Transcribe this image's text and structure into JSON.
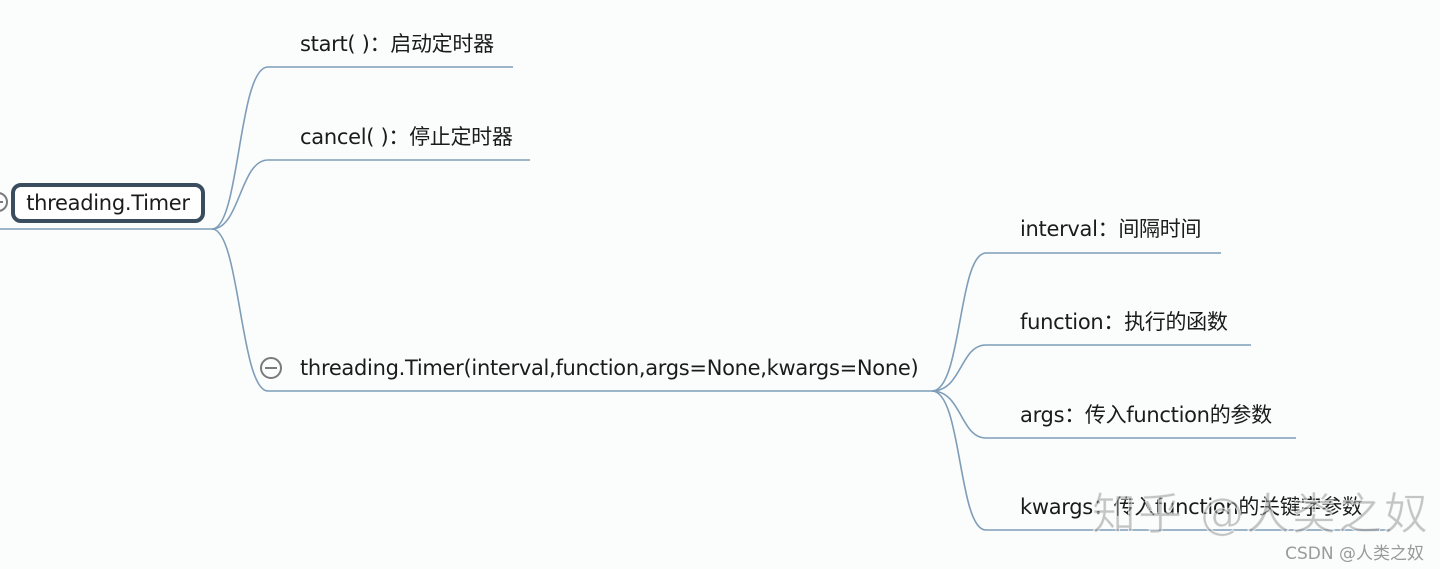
{
  "mindmap": {
    "root": {
      "label": "threading.Timer"
    },
    "branches": [
      {
        "label": "start( )：启动定时器"
      },
      {
        "label": "cancel( )：停止定时器"
      },
      {
        "label": "threading.Timer(interval,function,args=None,kwargs=None)",
        "collapse_icon": "minus-circle-icon",
        "children": [
          {
            "label": "interval：间隔时间"
          },
          {
            "label": "function：执行的函数"
          },
          {
            "label": "args：传入function的参数"
          },
          {
            "label": "kwargs：传入function的关键字参数"
          }
        ]
      }
    ]
  },
  "watermarks": {
    "zhihu": "知乎 @人类之奴",
    "csdn": "CSDN @人类之奴"
  },
  "colors": {
    "background": "#fbfcfc",
    "connector": "#7e9db8",
    "root_border": "#3a4d5e",
    "text": "#1b1b1b",
    "collapse_icon": "#7b7b7b"
  }
}
